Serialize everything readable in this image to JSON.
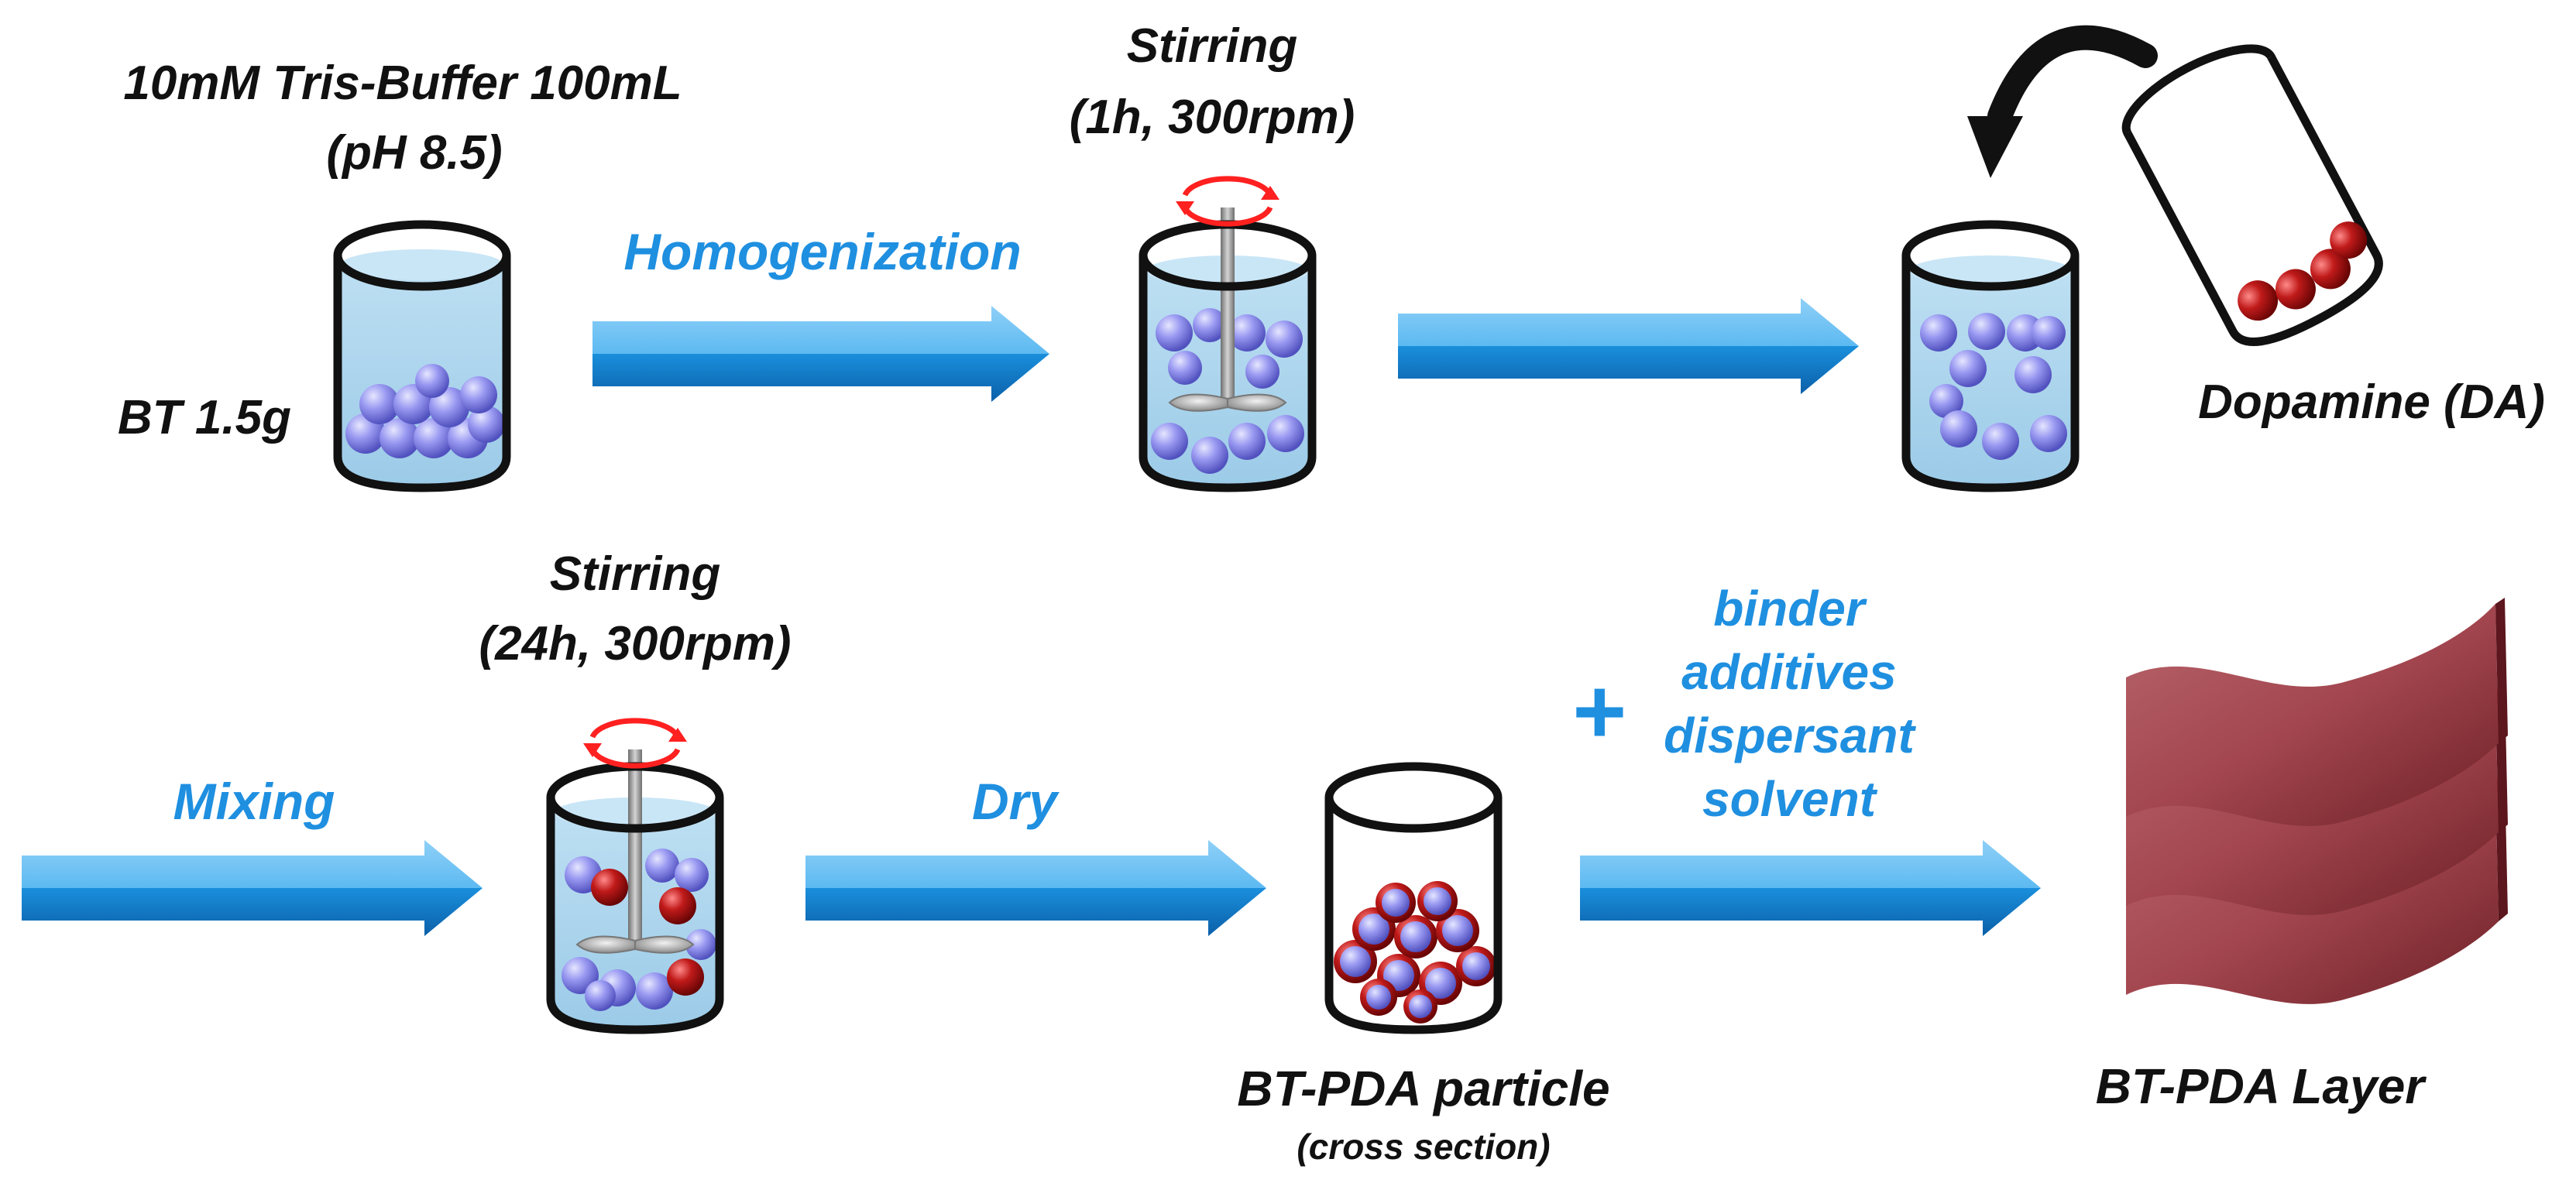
{
  "colors": {
    "text_dark": "#111111",
    "text_blue": "#1f8fe0",
    "arrow_blue": "#1e9be6",
    "water": "#a9d3ec",
    "particle_bt": "#8f8ff0",
    "particle_da": "#b01515",
    "stir_arrow": "#ff2020",
    "layer": "#a84d55"
  },
  "top_row": {
    "buffer_title": "10mM Tris-Buffer  100mL",
    "buffer_ph": "(pH 8.5)",
    "bt_amount": "BT 1.5g",
    "homogenization": "Homogenization",
    "stirring_title": "Stirring",
    "stirring_params": "(1h, 300rpm)",
    "dopamine": "Dopamine (DA)"
  },
  "bottom_row": {
    "mixing": "Mixing",
    "stirring_title": "Stirring",
    "stirring_params": "(24h, 300rpm)",
    "dry": "Dry",
    "plus": "+",
    "additions": [
      "binder",
      "additives",
      "dispersant",
      "solvent"
    ],
    "particle_label": "BT-PDA particle",
    "particle_note": "(cross section)",
    "layer_label": "BT-PDA Layer"
  },
  "icons": [
    "beaker-icon",
    "stirrer-icon",
    "rotation-arrow-icon",
    "pour-arrow-icon",
    "tilted-vial-icon",
    "layer-stack-icon",
    "process-arrow-icon"
  ]
}
